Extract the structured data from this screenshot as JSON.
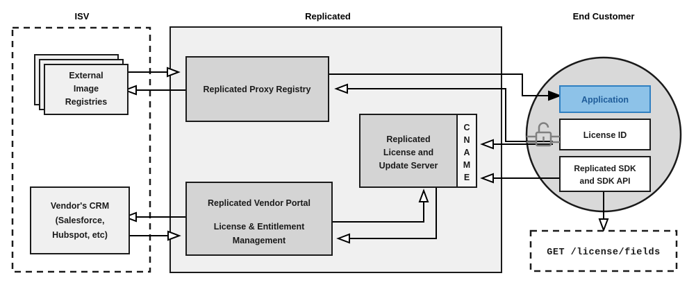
{
  "diagram": {
    "title_isv": "ISV",
    "title_replicated": "Replicated",
    "title_end_customer": "End Customer",
    "colors": {
      "group_fill": "#f0f0f0",
      "node_fill": "#d4d4d4",
      "light_node_fill": "#f0f0f0",
      "circle_fill": "#d9d9d9",
      "application_fill": "#8dc2e8",
      "application_text": "#1f5c99",
      "application_border": "#2f7fc1",
      "white_fill": "#ffffff",
      "stroke": "#1a1a1a",
      "lock_stroke": "#808080"
    },
    "groups": [
      {
        "name": "isv",
        "label": "ISV",
        "style": "dashed"
      },
      {
        "name": "replicated",
        "label": "Replicated",
        "style": "solid-filled"
      },
      {
        "name": "end-customer",
        "label": "End Customer",
        "style": "circle"
      }
    ],
    "nodes": {
      "external_image_registries": {
        "lines": [
          "External",
          "Image",
          "Registries"
        ],
        "stacked": true
      },
      "vendors_crm": {
        "lines": [
          "Vendor's CRM",
          "(Salesforce,",
          "Hubspot, etc)"
        ]
      },
      "proxy_registry": {
        "lines": [
          "Replicated Proxy Registry"
        ]
      },
      "license_update_server": {
        "lines": [
          "Replicated",
          "License and",
          "Update Server"
        ]
      },
      "cname": {
        "letters": [
          "C",
          "N",
          "A",
          "M",
          "E"
        ],
        "text": "CNAME"
      },
      "vendor_portal": {
        "lines": [
          "Replicated Vendor Portal",
          "",
          "License & Entitlement",
          "Management"
        ]
      },
      "application": {
        "lines": [
          "Application"
        ]
      },
      "license_id": {
        "lines": [
          "License ID"
        ]
      },
      "replicated_sdk": {
        "lines": [
          "Replicated SDK",
          "and SDK API"
        ]
      },
      "api_request": {
        "lines": [
          "GET /license/fields"
        ],
        "style": "dashed-mono"
      }
    },
    "icons": [
      {
        "name": "unlocked-padlock-icon",
        "meaning": "open padlock"
      }
    ]
  }
}
